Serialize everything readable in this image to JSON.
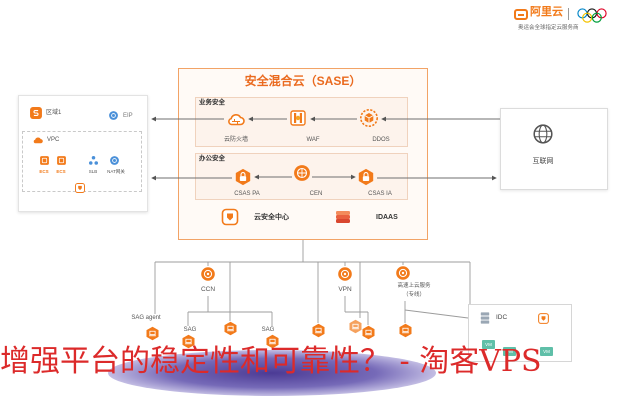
{
  "logo": {
    "brand": "阿里云",
    "tagline": "奥运会全球指定云服务商",
    "icon": "alibaba-cloud-logo-icon",
    "rings_icon": "olympic-rings-icon"
  },
  "sase": {
    "title": "安全混合云（SASE）",
    "business": {
      "label": "业务安全",
      "items": [
        {
          "label": "云防火墙",
          "icon": "cloud-firewall-icon"
        },
        {
          "label": "WAF",
          "icon": "waf-icon"
        },
        {
          "label": "DDOS",
          "icon": "ddos-icon"
        }
      ]
    },
    "office": {
      "label": "办公安全",
      "items": [
        {
          "label": "CSAS PA",
          "icon": "csas-pa-icon"
        },
        {
          "label": "CEN",
          "icon": "cen-icon"
        },
        {
          "label": "CSAS IA",
          "icon": "csas-ia-icon"
        }
      ]
    },
    "services": [
      {
        "label": "云安全中心",
        "icon": "security-center-icon"
      },
      {
        "label": "IDAAS",
        "icon": "idaas-icon"
      }
    ]
  },
  "region": {
    "label": "区域1",
    "icon": "region-icon",
    "eip": {
      "label": "EIP",
      "icon": "eip-icon"
    },
    "vpc": {
      "label": "VPC",
      "icon": "vpc-cloud-icon"
    },
    "resources": [
      {
        "label": "ECS",
        "icon": "ecs-icon"
      },
      {
        "label": "ECS",
        "icon": "ecs-icon"
      },
      {
        "label": "SLB",
        "icon": "slb-icon"
      },
      {
        "label": "NAT网关",
        "icon": "nat-gateway-icon"
      }
    ]
  },
  "internet": {
    "label": "互联网",
    "icon": "globe-icon"
  },
  "access": {
    "ccn": {
      "label": "CCN",
      "icon": "ccn-icon"
    },
    "vpn": {
      "label": "VPN",
      "icon": "vpn-icon"
    },
    "express": {
      "lines": [
        "高速上云服务",
        "（专线）"
      ],
      "icon": "express-connect-icon"
    },
    "sag_agent": "SAG agent",
    "sag": [
      "SAG",
      "SAG"
    ],
    "node_icon": "sag-device-icon"
  },
  "idc": {
    "label": "IDC",
    "icon": "server-icon",
    "vm": [
      "VM",
      "VM",
      "VM"
    ]
  },
  "overlay": {
    "title": "增强平台的稳定性和可靠性？ - 淘客VPS"
  },
  "colors": {
    "brand_orange": "#f27a1a",
    "panel_border": "#f2a366",
    "overlay_text": "#dc2a2a",
    "overlay_blob": "#3c2a8c",
    "icon_blue": "#4a90d9",
    "connector": "#7a7a7a"
  }
}
